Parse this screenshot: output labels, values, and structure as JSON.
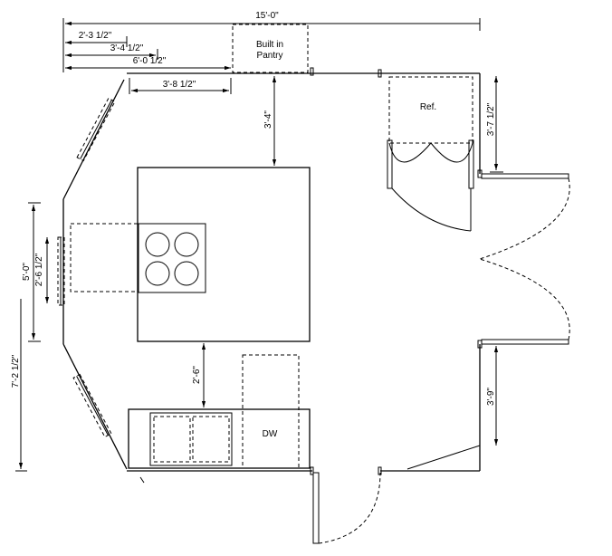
{
  "title": "Kitchen floor plan",
  "dimensions": {
    "overall_width": "15'-0\"",
    "d1": "2'-3 1/2\"",
    "d2": "3'-4 1/2\"",
    "d3": "6'-0 1/2\"",
    "d4": "3'-8 1/2\"",
    "pantry_to_island": "3'-4\"",
    "island_to_sink": "2'-6\"",
    "ref_wall": "3'-7 1/2\"",
    "door_to_corner": "3'-9\"",
    "left_overall": "7'-2 1/2\"",
    "left_wall": "5'-0\"",
    "left_window": "2'-6 1/2\""
  },
  "labels": {
    "pantry_line1": "Built in",
    "pantry_line2": "Pantry",
    "refrigerator": "Ref.",
    "dishwasher": "DW"
  }
}
